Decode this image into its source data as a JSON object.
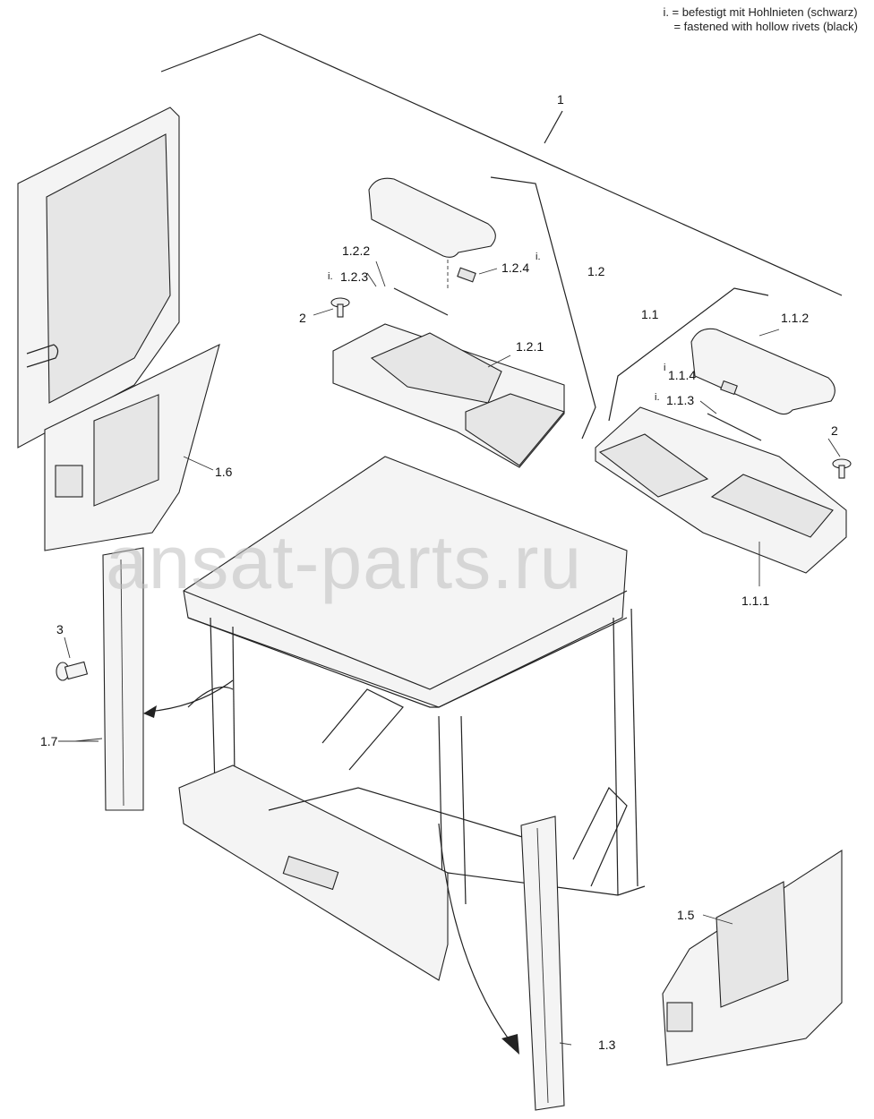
{
  "legend": {
    "line1": "i. = befestigt mit Hohlnieten (schwarz)",
    "line2": "= fastened with hollow rivets (black)"
  },
  "watermark": "ansat-parts.ru",
  "labels": {
    "l1": "1",
    "l1_1": "1.1",
    "l1_1_1": "1.1.1",
    "l1_1_2": "1.1.2",
    "l1_1_3": "1.1.3",
    "l1_1_4": "1.1.4",
    "l1_2": "1.2",
    "l1_2_1": "1.2.1",
    "l1_2_2": "1.2.2",
    "l1_2_3": "1.2.3",
    "l1_2_4": "1.2.4",
    "l1_3": "1.3",
    "l1_5": "1.5",
    "l1_6": "1.6",
    "l1_7": "1.7",
    "l2a": "2",
    "l2b": "2",
    "l3": "3",
    "i_a": "i.",
    "i_b": "i.",
    "i_c": "i",
    "i_d": "i."
  },
  "colors": {
    "line": "#222222",
    "watermark": "#bebebe"
  }
}
